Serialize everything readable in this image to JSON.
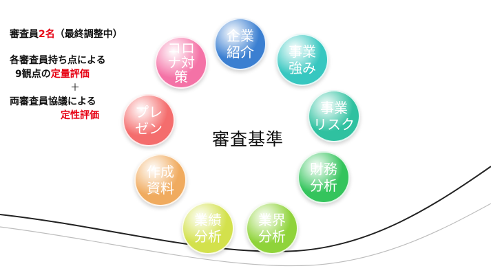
{
  "notes": {
    "line1_prefix": "審査員",
    "line1_emph": "2名",
    "line1_suffix": "（最終調整中）",
    "line2": "各審査員持ち点による",
    "line3_prefix": "9観点の",
    "line3_emph": "定量評価",
    "plus": "＋",
    "line4": "両審査員協議による",
    "line5_emph": "定性評価"
  },
  "center_title": "審査基準",
  "nodes": [
    {
      "lines": [
        "企業",
        "紹介"
      ],
      "color": "#3b7fd1"
    },
    {
      "lines": [
        "事業",
        "強み"
      ],
      "color": "#37c7c0"
    },
    {
      "lines": [
        "事業",
        "リスク"
      ],
      "color": "#2fc1a0"
    },
    {
      "lines": [
        "財務",
        "分析"
      ],
      "color": "#34c45c"
    },
    {
      "lines": [
        "業界",
        "分析"
      ],
      "color": "#8fd33a"
    },
    {
      "lines": [
        "業績",
        "分析"
      ],
      "color": "#d3e14c"
    },
    {
      "lines": [
        "作成",
        "資料"
      ],
      "color": "#f0ab5f"
    },
    {
      "lines": [
        "プレ",
        "ゼン"
      ],
      "color": "#f46d6d"
    },
    {
      "lines": [
        "コロ",
        "ナ対",
        "策"
      ],
      "color": "#f472a6"
    }
  ]
}
